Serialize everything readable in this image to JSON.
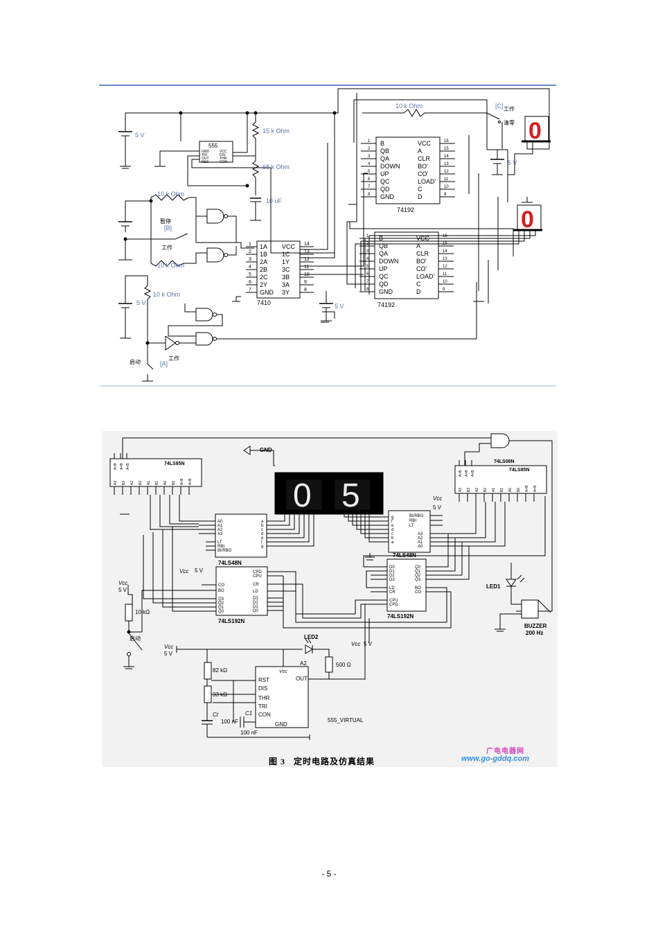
{
  "figure1": {
    "chips": {
      "timer": "555",
      "timer_pins_left": [
        "GND",
        "TRI",
        "OUT",
        "RES"
      ],
      "timer_pins_right": [
        "VCC",
        "DIS",
        "THR",
        "CON"
      ],
      "gate": "7410",
      "gate_left": [
        "1A",
        "1B",
        "2A",
        "2B",
        "2C",
        "2Y",
        "GND"
      ],
      "gate_right": [
        "VCC",
        "1C",
        "1Y",
        "3C",
        "3B",
        "3A",
        "3Y"
      ],
      "gate_left_nums": [
        "1",
        "2",
        "3",
        "4",
        "5",
        "6",
        "7"
      ],
      "gate_right_nums": [
        "14",
        "13",
        "12",
        "11",
        "10",
        "9",
        "8"
      ],
      "counter": "74192",
      "counter_left": [
        "B",
        "QB",
        "QA",
        "DOWN",
        "UP",
        "QC",
        "QD",
        "GND"
      ],
      "counter_right": [
        "VCC",
        "A",
        "CLR",
        "BO'",
        "CO'",
        "LOAD'",
        "C",
        "D"
      ],
      "counter_left_nums": [
        "1",
        "2",
        "3",
        "4",
        "5",
        "6",
        "7",
        "8"
      ],
      "counter_right_nums": [
        "16",
        "15",
        "14",
        "13",
        "12",
        "11",
        "10",
        "9"
      ]
    },
    "labels": {
      "r15k": "15 k Ohm",
      "r68k": "68 k Ohm",
      "c10u": "10 uF",
      "r10k": "10 k Ohm",
      "v5": "5 V",
      "pause": "暂停",
      "key_b": "[B]",
      "work": "工作",
      "key_c": "[C]",
      "clear": "清零",
      "start": "启动",
      "key_a": "[A]",
      "seg_digit": "0"
    }
  },
  "figure2": {
    "chips": {
      "cmp": "74LS85N",
      "cmp_top": [
        "A>B",
        "A=B",
        "A<B"
      ],
      "cmp_bot": [
        "A3",
        "B3",
        "A2",
        "B2",
        "A1",
        "B1",
        "A0",
        "B0",
        "A>B",
        "A<B"
      ],
      "and_chip": "74LS08N",
      "dec": "74LS48N",
      "dec_in": [
        "A0",
        "A1",
        "A2",
        "A3"
      ],
      "dec_ctrl": [
        "LT",
        "RBI",
        "BI/RBO"
      ],
      "dec_out": [
        "a",
        "b",
        "c",
        "d",
        "e",
        "f",
        "g"
      ],
      "dec_r_in": [
        "A3",
        "A2",
        "A1",
        "A0"
      ],
      "dec_r_ctrl": [
        "BI/RBO",
        "RBI",
        "LT"
      ],
      "dec_r_out": [
        "g",
        "f",
        "e",
        "d",
        "c",
        "b",
        "a"
      ],
      "cnt": "74LS192N",
      "cnt_l_left": [
        "CO",
        "BO",
        "Q3",
        "Q2",
        "Q1",
        "Q0"
      ],
      "cnt_l_right": [
        "CPD",
        "CPU",
        "CR",
        "LD",
        "D3",
        "D2",
        "D1",
        "D0"
      ],
      "cnt_r_left": [
        "D0",
        "D1",
        "D2",
        "D3",
        "LD",
        "CR",
        "CPU",
        "CPD"
      ],
      "cnt_r_right": [
        "Q0",
        "Q1",
        "Q2",
        "Q3",
        "BO",
        "CO"
      ],
      "timer": "555_VIRTUAL",
      "timer_pins": [
        "RST",
        "DIS",
        "THR",
        "TRI",
        "CON"
      ],
      "timer_gnd": "GND",
      "timer_out": "OUT",
      "timer_vcc": "Vcc",
      "timer_ref": "A2"
    },
    "labels": {
      "gnd": "GND",
      "vcc": "Vcc",
      "v5": "5 V",
      "r10k": "10 kΩ",
      "r82k": "82 kΩ",
      "r33k": "33 kΩ",
      "r500": "500 Ω",
      "c_t": "Ct",
      "c_1": "C1",
      "c100n_a": "100 nF",
      "c100n_b": "100 nF",
      "led_2": "LED2",
      "led_1": "LED1",
      "buzzer": "BUZZER",
      "buzzer_freq": "200 Hz",
      "start": "启动",
      "digit_1": "0",
      "digit_2": "5"
    }
  },
  "caption": {
    "label": "图 3",
    "text": "定时电路及仿真结果"
  },
  "watermark": {
    "cn": "广电电器网",
    "url": "www.go-gddq.com"
  },
  "page_number": "- 5 -"
}
